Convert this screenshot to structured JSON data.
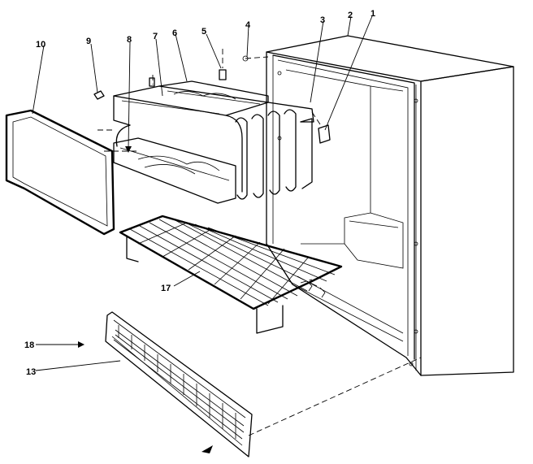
{
  "callouts": {
    "c1": "1",
    "c2": "2",
    "c3": "3",
    "c4": "4",
    "c5": "5",
    "c6": "6",
    "c7": "7",
    "c8": "8",
    "c9": "9",
    "c10": "10",
    "c13": "13",
    "c17": "17",
    "c18": "18"
  }
}
